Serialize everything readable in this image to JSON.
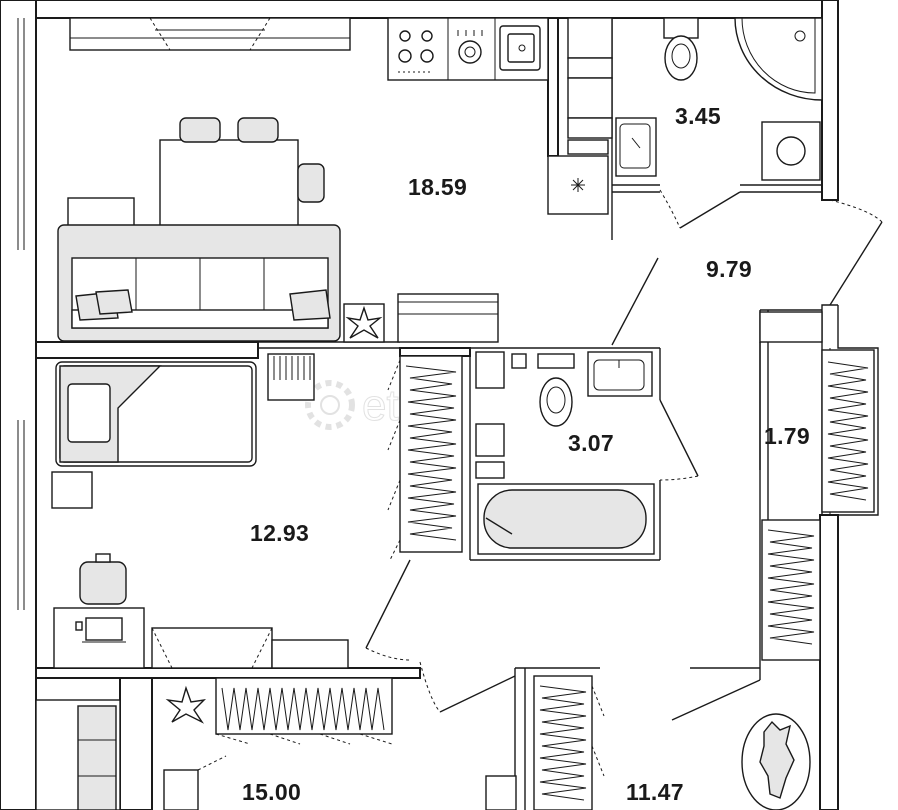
{
  "plan": {
    "rooms": [
      {
        "id": "living-kitchen",
        "area": "18.59"
      },
      {
        "id": "bathroom-top",
        "area": "3.45"
      },
      {
        "id": "hall",
        "area": "9.79"
      },
      {
        "id": "bathroom-middle",
        "area": "3.07"
      },
      {
        "id": "corridor",
        "area": "1.79"
      },
      {
        "id": "bedroom-left",
        "area": "12.93"
      },
      {
        "id": "room-bottom-left",
        "area": "15.00"
      },
      {
        "id": "room-bottom-right",
        "area": "11.47"
      }
    ],
    "watermark": "etagi"
  }
}
